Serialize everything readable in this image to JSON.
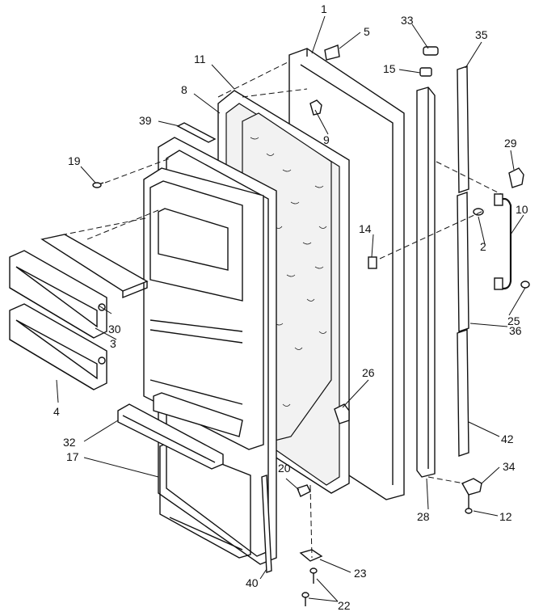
{
  "callouts": [
    {
      "id": "c1",
      "text": "1"
    },
    {
      "id": "c2",
      "text": "2"
    },
    {
      "id": "c3",
      "text": "3"
    },
    {
      "id": "c4",
      "text": "4"
    },
    {
      "id": "c5",
      "text": "5"
    },
    {
      "id": "c8",
      "text": "8"
    },
    {
      "id": "c9",
      "text": "9"
    },
    {
      "id": "c10",
      "text": "10"
    },
    {
      "id": "c11",
      "text": "11"
    },
    {
      "id": "c12",
      "text": "12"
    },
    {
      "id": "c14",
      "text": "14"
    },
    {
      "id": "c15",
      "text": "15"
    },
    {
      "id": "c17",
      "text": "17"
    },
    {
      "id": "c19",
      "text": "19"
    },
    {
      "id": "c20",
      "text": "20"
    },
    {
      "id": "c22",
      "text": "22"
    },
    {
      "id": "c23",
      "text": "23"
    },
    {
      "id": "c25",
      "text": "25"
    },
    {
      "id": "c26",
      "text": "26"
    },
    {
      "id": "c28",
      "text": "28"
    },
    {
      "id": "c29",
      "text": "29"
    },
    {
      "id": "c30",
      "text": "30"
    },
    {
      "id": "c32",
      "text": "32"
    },
    {
      "id": "c33",
      "text": "33"
    },
    {
      "id": "c34",
      "text": "34"
    },
    {
      "id": "c35",
      "text": "35"
    },
    {
      "id": "c36",
      "text": "36"
    },
    {
      "id": "c39",
      "text": "39"
    },
    {
      "id": "c40",
      "text": "40"
    },
    {
      "id": "c42",
      "text": "42"
    }
  ]
}
